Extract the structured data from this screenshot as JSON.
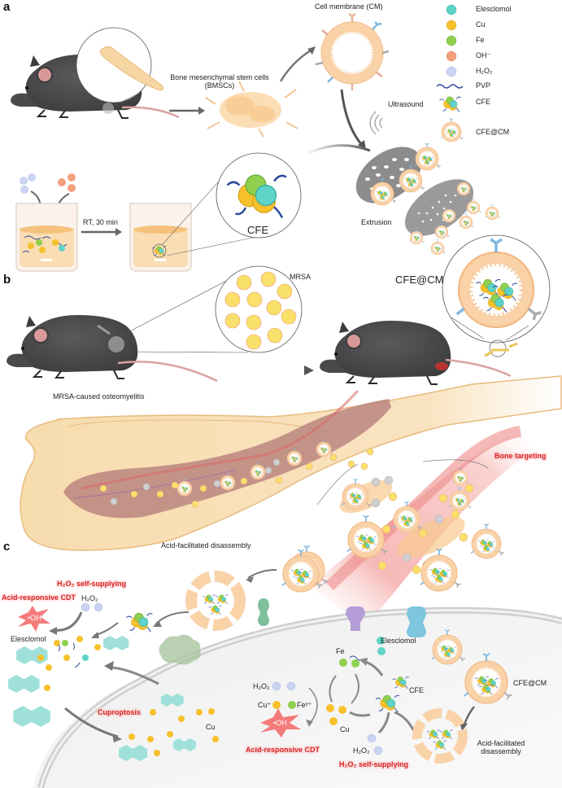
{
  "panels": {
    "a": "a",
    "b": "b",
    "c": "c"
  },
  "legend": {
    "items": [
      {
        "label": "Elesclomol",
        "color": "#5fd3c8",
        "icon": "teal-circle-icon"
      },
      {
        "label": "Cu",
        "color": "#f7c12c",
        "icon": "yellow-circle-icon"
      },
      {
        "label": "Fe",
        "color": "#8fd04f",
        "icon": "green-circle-icon"
      },
      {
        "label": "OH⁻",
        "color": "#f3a07d",
        "icon": "orange-circle-icon"
      },
      {
        "label": "H₂O₂",
        "color": "#c9d3f2",
        "icon": "lavender-circle-icon"
      },
      {
        "label": "PVP",
        "color": "#2e4a9c",
        "icon": "wavy-line-icon"
      },
      {
        "label": "CFE",
        "icon": "cfe-nanoparticle-icon"
      },
      {
        "label": "CFE@CM",
        "icon": "cfe-cm-vesicle-icon"
      }
    ]
  },
  "panel_a": {
    "bmsc_label_line1": "Bone mesenchymal stem cells",
    "bmsc_label_line2": "(BMSCs)",
    "cell_membrane_label": "Cell membrane (CM)",
    "ultrasound_label": "Ultrasound",
    "reaction_condition": "RT, 30 min",
    "cfe_label": "CFE",
    "extrusion_label": "Extrusion",
    "cfe_cm_label": "CFE@CM"
  },
  "panel_b": {
    "mrsa_label": "MRSA",
    "disease_label": "MRSA-caused osteomyelitis",
    "bone_targeting_label": "Bone targeting"
  },
  "panel_c": {
    "acid_disassembly_top": "Acid-facilitated disassembly",
    "h2o2_self_supplying_left": "H₂O₂ self-supplying",
    "acid_cdt_left": "Acid-responsive CDT",
    "h2o2_left": "H₂O₂",
    "oh_left": "•OH",
    "elesclomol_left": "Elesclomol",
    "cuproptosis": "Cuproptosis",
    "cu_left": "Cu",
    "elesclomol_right": "Elesclomol",
    "fe_right": "Fe",
    "cfe_right": "CFE",
    "h2o2_mid": "H₂O₂",
    "cu_plus": "Cu⁺",
    "fe2_plus": "Fe²⁺",
    "oh_mid": "•OH",
    "cu_mid": "Cu",
    "acid_cdt_mid": "Acid-responsive CDT",
    "h2o2_bottom": "H₂O₂",
    "h2o2_self_supplying_bottom": "H₂O₂ self-supplying",
    "cfe_cm_right": "CFE@CM",
    "acid_disassembly_right_line1": "Acid-facilitated",
    "acid_disassembly_right_line2": "disassembly"
  }
}
